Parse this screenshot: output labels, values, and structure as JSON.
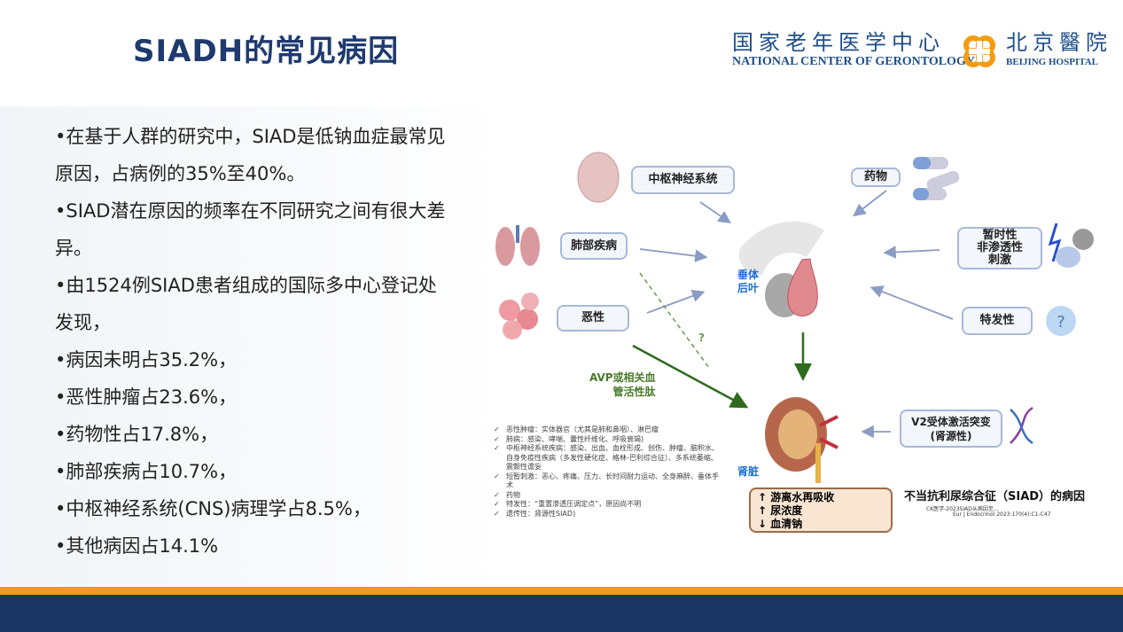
{
  "title": "SIADH的常见病因",
  "logo": {
    "center_cn": "国家老年医学中心",
    "center_en": "NATIONAL CENTER OF GERONTOLOGY",
    "hospital_cn": "北京醫院",
    "hospital_en": "BEIJING HOSPITAL",
    "accent": "#f39c12"
  },
  "bullets": [
    "•在基于人群的研究中，SIAD是低钠血症最常见原因，占病例的35%至40%。",
    "•SIAD潜在原因的频率在不同研究之间有很大差异。",
    "•由1524例SIAD患者组成的国际多中心登记处发现，",
    "•病因未明占35.2%，",
    "•恶性肿瘤占23.6%，",
    "•药物性占17.8%，",
    "•肺部疾病占10.7%，",
    "•中枢神经系统(CNS)病理学占8.5%，",
    "•其他病因占14.1%"
  ],
  "diagram": {
    "cns": "中枢神经系统",
    "drug": "药物",
    "lung": "肺部疾病",
    "malignant": "恶性",
    "transient": [
      "暂时性",
      "非渗透性",
      "刺激"
    ],
    "idiopathic": "特发性",
    "question": "?",
    "pituitary": [
      "垂体",
      "后叶"
    ],
    "avp": [
      "AVP或相关血",
      "管活性肽"
    ],
    "kidney": "肾脏",
    "v2": [
      "V2受体激活突变",
      "(肾源性)"
    ],
    "effects": [
      "↑  游离水再吸收",
      "↑  尿浓度",
      "↓  血清钠"
    ],
    "caption": "不当抗利尿综合征（SIAD）的病因",
    "refs": [
      "CK医学-2023SIAD从病因至...",
      "Eur J Endocrinol 2023:170(4):C1-C47"
    ],
    "checklist": [
      "恶性肿瘤：实体器官（尤其是肺和鼻咽）、淋巴瘤",
      "肺病：感染、哮喘、囊性纤维化、呼吸衰竭)",
      "中枢神经系统疾病：感染、出血、血栓形成、创伤、肿瘤、脑积水、自身免疫性疾病（多发性硬化症、格林-巴利综合征）、多系统萎缩、震颤性谵妄",
      "短暂刺激：恶心、疼痛、压力、长时间耐力运动、全身麻醉、垂体手术",
      "药物",
      "特发性：“重置渗透压调定点”，原因尚不明",
      "遗传性：肾源性SIAD)"
    ]
  }
}
